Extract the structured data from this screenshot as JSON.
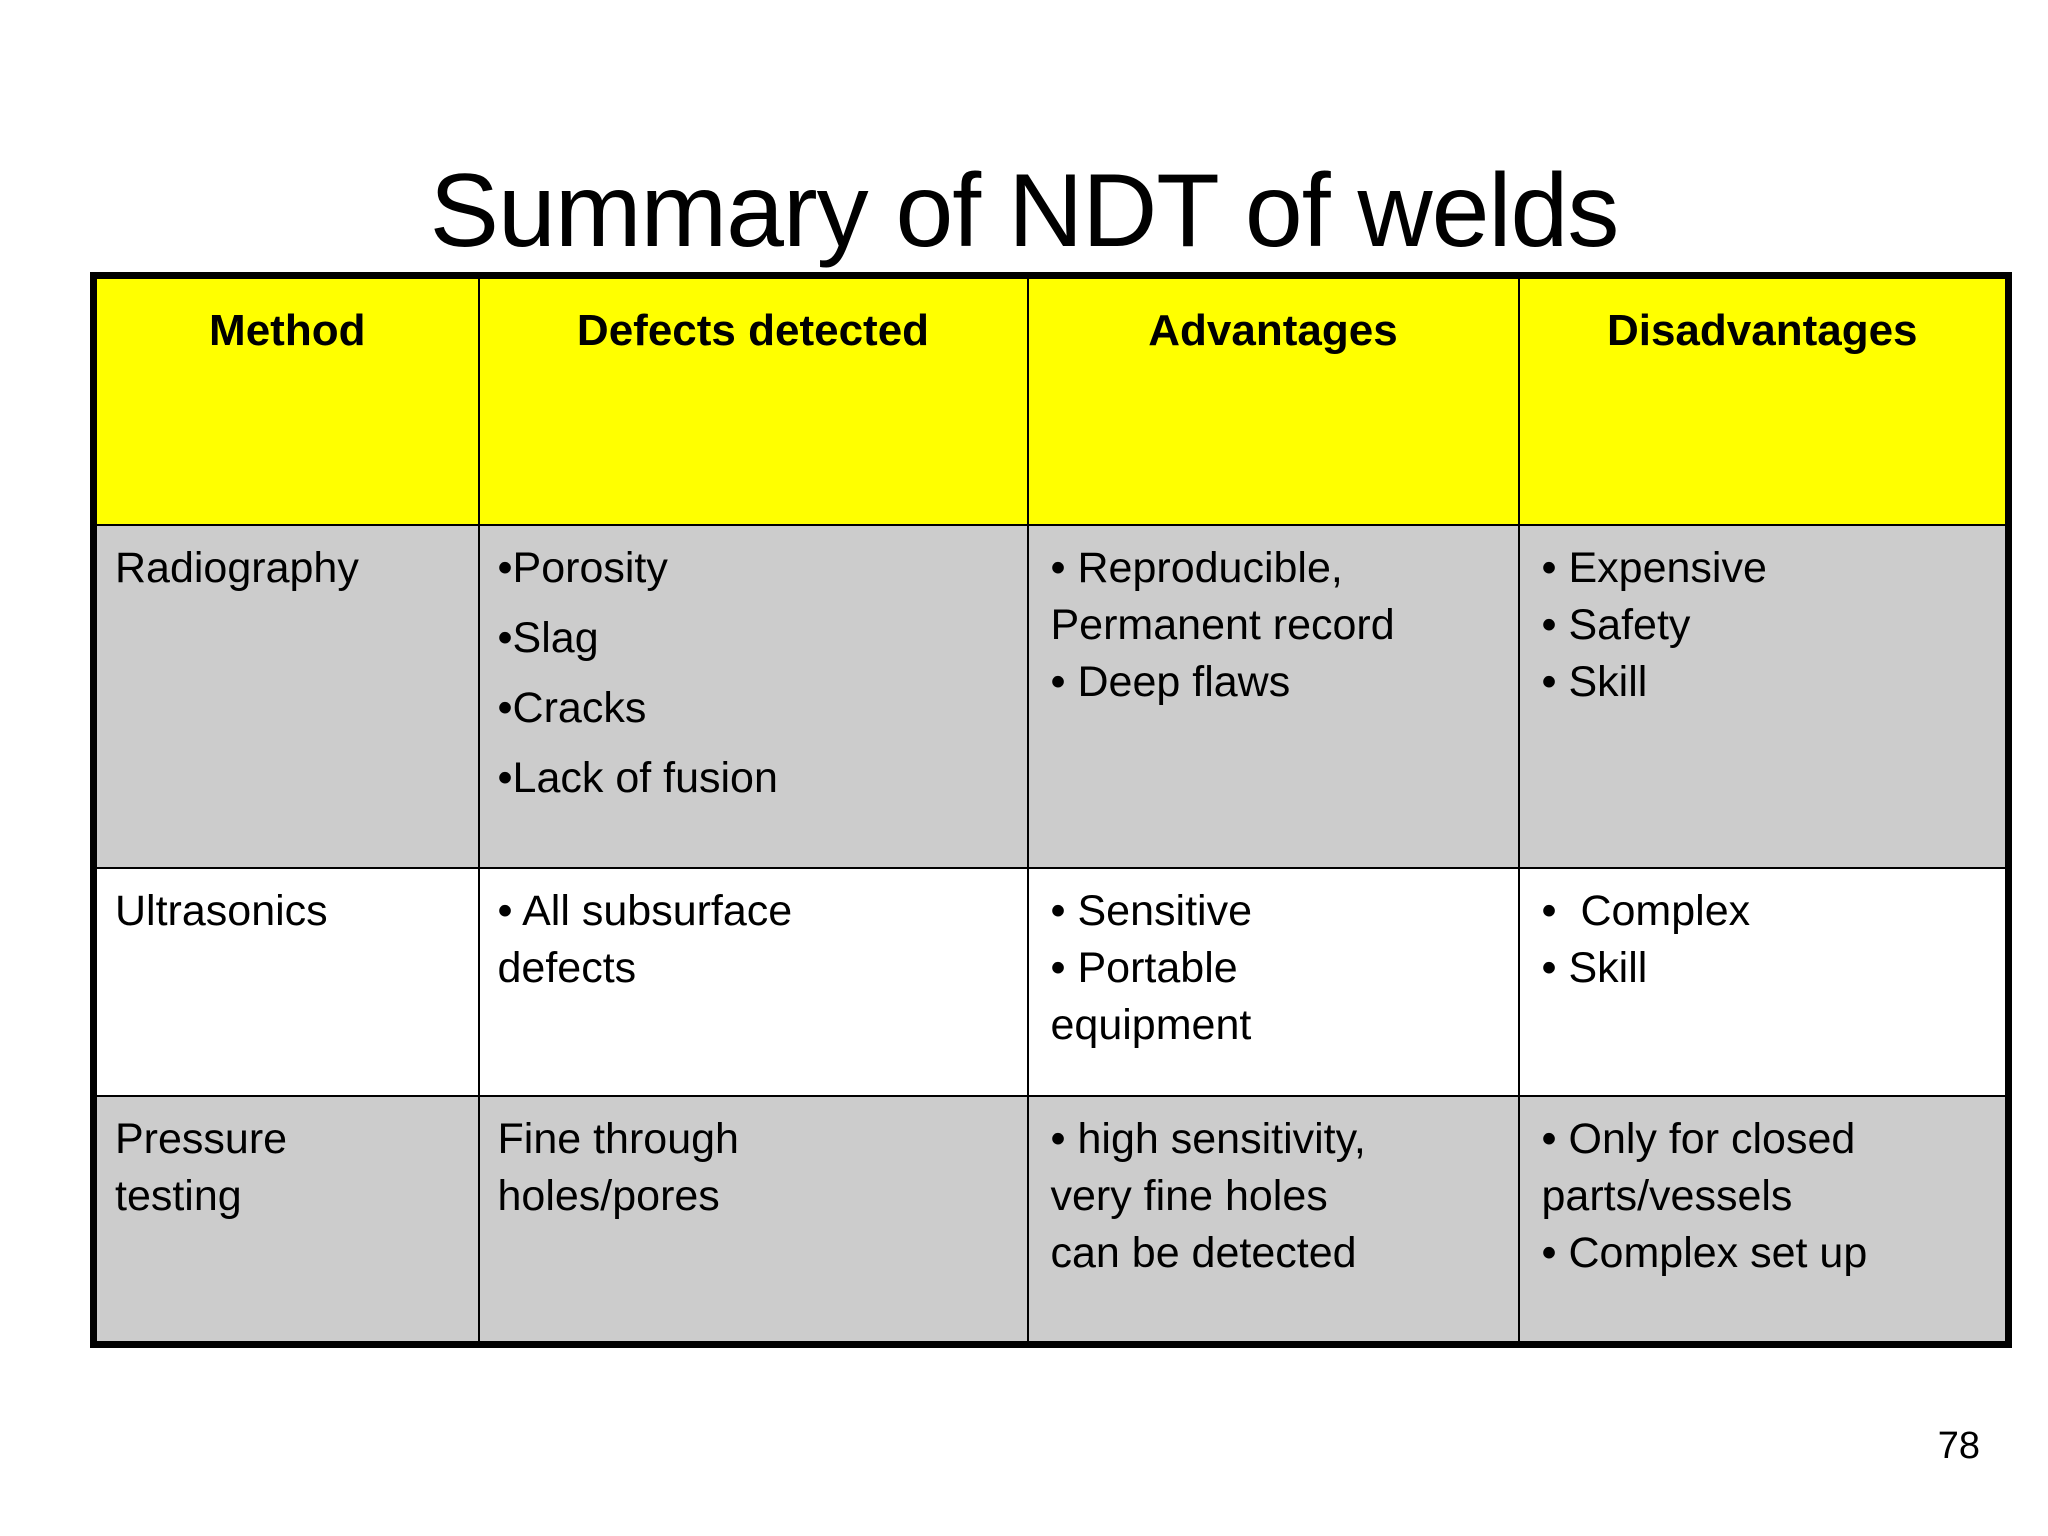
{
  "slide": {
    "title": "Summary of NDT of welds",
    "page_number": "78",
    "colors": {
      "header_fill": "#FFFF00",
      "row_fill_alt": "#CCCCCC",
      "row_fill": "#FFFFFF",
      "border": "#000000",
      "text": "#000000",
      "background": "#FFFFFF"
    }
  },
  "table": {
    "headers": [
      "Method",
      "Defects detected",
      "Advantages",
      "Disadvantages"
    ],
    "rows": [
      {
        "method": "Radiography",
        "defects": [
          "•Porosity",
          "•Slag",
          "•Cracks",
          "•Lack of fusion"
        ],
        "advantages": [
          "• Reproducible,",
          "Permanent record",
          "• Deep flaws"
        ],
        "disadvantages": [
          "• Expensive",
          "• Safety",
          "• Skill"
        ]
      },
      {
        "method": "Ultrasonics",
        "defects": [
          "• All subsurface",
          "defects"
        ],
        "advantages": [
          "• Sensitive",
          "• Portable",
          "equipment"
        ],
        "disadvantages": [
          "•  Complex",
          "• Skill"
        ]
      },
      {
        "method": "Pressure\ntesting",
        "defects": [
          "Fine through",
          "holes/pores"
        ],
        "advantages": [
          "• high sensitivity,",
          "very fine holes",
          "can be detected"
        ],
        "disadvantages": [
          "• Only for closed",
          "parts/vessels",
          "• Complex set up"
        ]
      }
    ]
  }
}
